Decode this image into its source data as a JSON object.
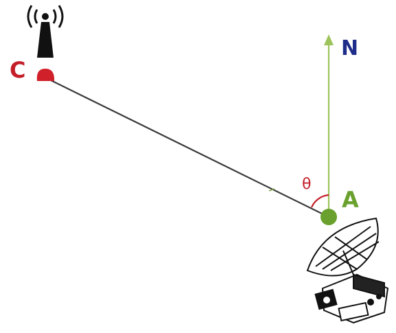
{
  "labels": {
    "point_c": "C",
    "point_a": "A",
    "north": "N",
    "angle": "θ"
  },
  "colors": {
    "point_c": "#d0202a",
    "point_a": "#6aa12e",
    "north_arrow": "#9dc45a",
    "north_label": "#1f2d8a",
    "angle_arc": "#c3202a",
    "link_line": "#3a3a3a",
    "antenna": "#111111"
  },
  "icons": {
    "transmitter": "radio-tower-icon",
    "receiver": "satellite-dish-icon"
  }
}
